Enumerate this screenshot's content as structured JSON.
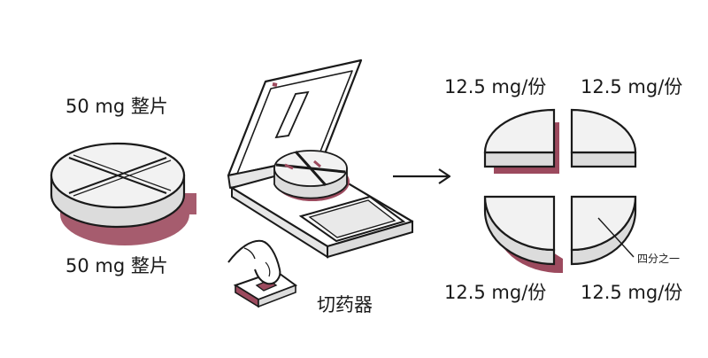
{
  "labels": {
    "whole_tablet_top": "50 mg 整片",
    "whole_tablet_bottom": "50 mg 整片",
    "pill_cutter": "切药器",
    "quarter_top_left": "12.5 mg/份",
    "quarter_top_right": "12.5 mg/份",
    "quarter_bottom_left": "12.5 mg/份",
    "quarter_bottom_right": "12.5 mg/份",
    "quarter_callout": "四分之一"
  },
  "colors": {
    "outline": "#1a1a1a",
    "tablet_face": "#f2f2f2",
    "tablet_side": "#dcdcdc",
    "shadow_accent": "#9c4a5e",
    "background": "#ffffff"
  },
  "icons": [
    "tablet-icon",
    "pill-cutter-icon",
    "hand-icon",
    "arrow-right-icon",
    "quarter-tablet-icon"
  ]
}
